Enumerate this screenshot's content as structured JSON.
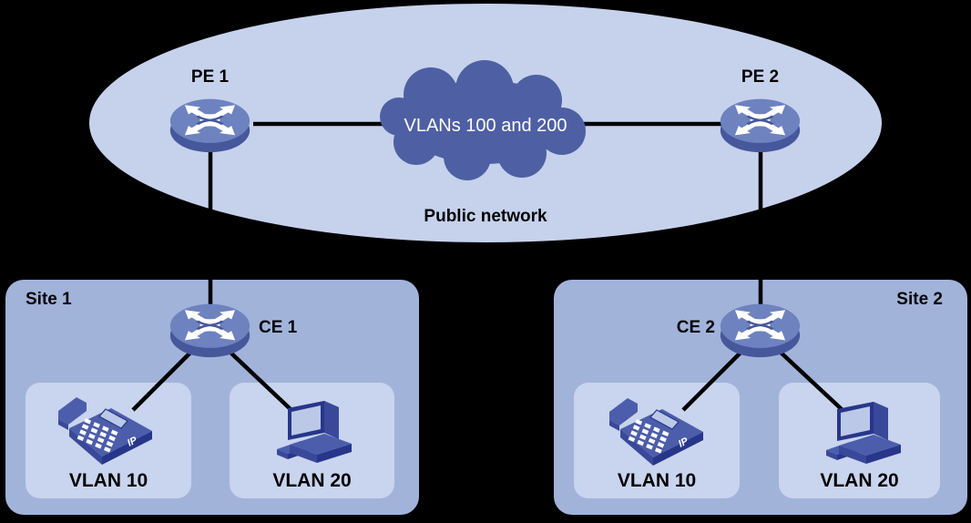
{
  "diagram": {
    "public_network": {
      "label": "Public network",
      "cloud_label": "VLANs 100 and 200",
      "pe_routers": [
        {
          "label": "PE 1"
        },
        {
          "label": "PE 2"
        }
      ]
    },
    "sites": [
      {
        "label": "Site 1",
        "ce_router": {
          "label": "CE 1"
        },
        "vlans": [
          {
            "label": "VLAN 10",
            "device": "ip-phone-icon"
          },
          {
            "label": "VLAN 20",
            "device": "computer-icon"
          }
        ]
      },
      {
        "label": "Site 2",
        "ce_router": {
          "label": "CE 2"
        },
        "vlans": [
          {
            "label": "VLAN 10",
            "device": "ip-phone-icon"
          },
          {
            "label": "VLAN 20",
            "device": "computer-icon"
          }
        ]
      }
    ]
  },
  "icons": {
    "router": "router-icon",
    "ip_phone": "ip-phone-icon",
    "computer": "computer-icon",
    "ip_badge": "IP"
  },
  "colors": {
    "bg": "#000000",
    "ellipse": "#c6d2ec",
    "cloud": "#4e60a3",
    "cloud-text": "#ffffff",
    "site-box": "#a2b3da",
    "vlan-box": "#c9d4ee",
    "line": "#000000",
    "label-text": "#000000",
    "router-top": "#6e82bf",
    "router-side": "#46579b",
    "dev-mid": "#4c5eab",
    "dev-dark": "#28368a",
    "dev-side": "#3a4899",
    "dev-screen": "#bcc8e8"
  }
}
